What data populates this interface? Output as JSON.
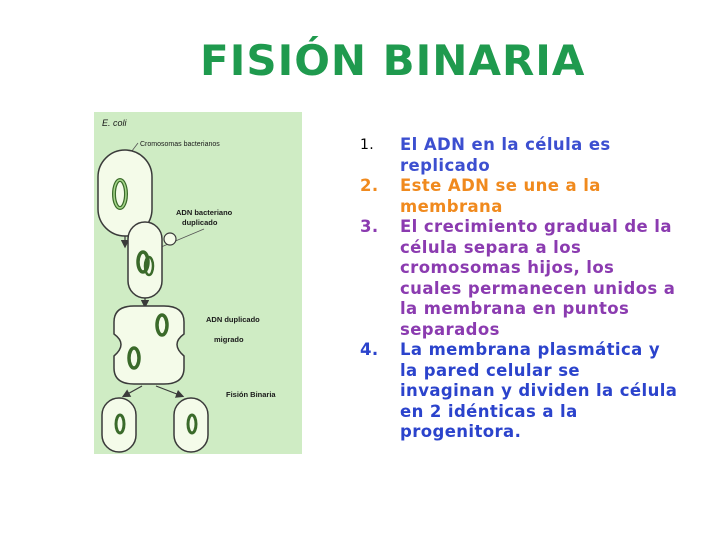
{
  "title": "FISIÓN BINARIA",
  "figure": {
    "label_species": "E. coli",
    "label_chromosomes": "Cromosomas bacterianos",
    "label_dna_line1": "ADN bacteriano",
    "label_dna_line2": "duplicado",
    "label_migrated_line1": "ADN duplicado",
    "label_migrated_line2": "migrado",
    "label_fission": "Fisión Binaria"
  },
  "steps": [
    {
      "number": "1.",
      "text": "El ADN en la célula es replicado"
    },
    {
      "number": "2.",
      "text": "Este ADN se une a la membrana"
    },
    {
      "number": "3.",
      "text": "El crecimiento gradual de la célula separa  a los cromosomas hijos, los cuales permanecen unidos a la membrana en puntos separados"
    },
    {
      "number": "4.",
      "text": "La membrana plasmática y la pared celular se invaginan y dividen la célula en 2 idénticas a la progenitora."
    }
  ],
  "colors": {
    "title": "#1f9a4e",
    "step1": "#3c4fd0",
    "step2": "#f08a1e",
    "step3": "#8b3bb0",
    "step4": "#2b43cc",
    "figure_background": "#cfecc4"
  }
}
